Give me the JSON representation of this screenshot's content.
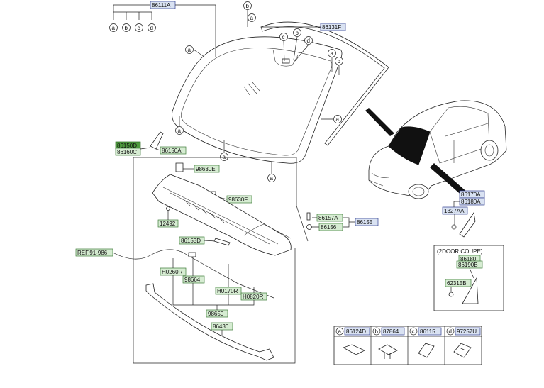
{
  "labels": {
    "p86111A": "86111A",
    "p86131F": "86131F",
    "p86150D": "86150D",
    "p86160C": "86160C",
    "p86150A": "86150A",
    "p98630E": "98630E",
    "p98630F": "98630F",
    "p12492": "12492",
    "p86157A": "86157A",
    "p86155": "86155",
    "p86156": "86156",
    "p86153D": "86153D",
    "ref": "REF.91-986",
    "pH0260R": "H0260R",
    "p98664": "98664",
    "pH0170R": "H0170R",
    "pH0820R": "H0820R",
    "p98650": "98650",
    "p86430": "86430",
    "p86170A": "86170A",
    "p86180A": "86180A",
    "p1327AA": "1327AA",
    "coupe_title": "(2DOOR COUPE)",
    "p86180": "86180",
    "p86190B": "86190B",
    "p62315B": "62315B"
  },
  "letters": {
    "a": "a",
    "b": "b",
    "c": "c",
    "d": "d"
  },
  "legend": {
    "a": {
      "letter": "a",
      "code": "86124D"
    },
    "b": {
      "letter": "b",
      "code": "87864"
    },
    "c": {
      "letter": "c",
      "code": "86115"
    },
    "d": {
      "letter": "d",
      "code": "97257U"
    }
  },
  "colors": {
    "blue_label_fill": "#d9e2f2",
    "green_label_fill": "#d6ecd2",
    "highlight_green": "#4e9a3e",
    "line": "#222222"
  }
}
